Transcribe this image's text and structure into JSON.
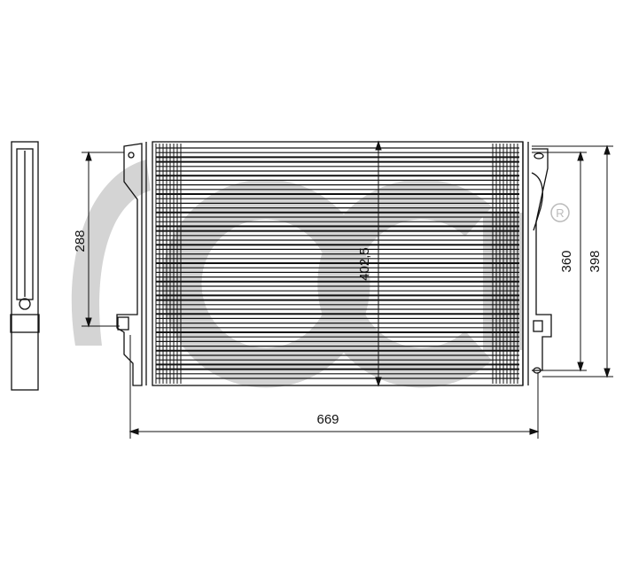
{
  "logo": {
    "text": "acr",
    "registered": "®",
    "color": "#d4d4d4"
  },
  "dimensions": {
    "left_height": "288",
    "core_height": "402,5",
    "bracket_height": "360",
    "total_height": "398",
    "total_width": "669"
  },
  "line_color": "#111111"
}
